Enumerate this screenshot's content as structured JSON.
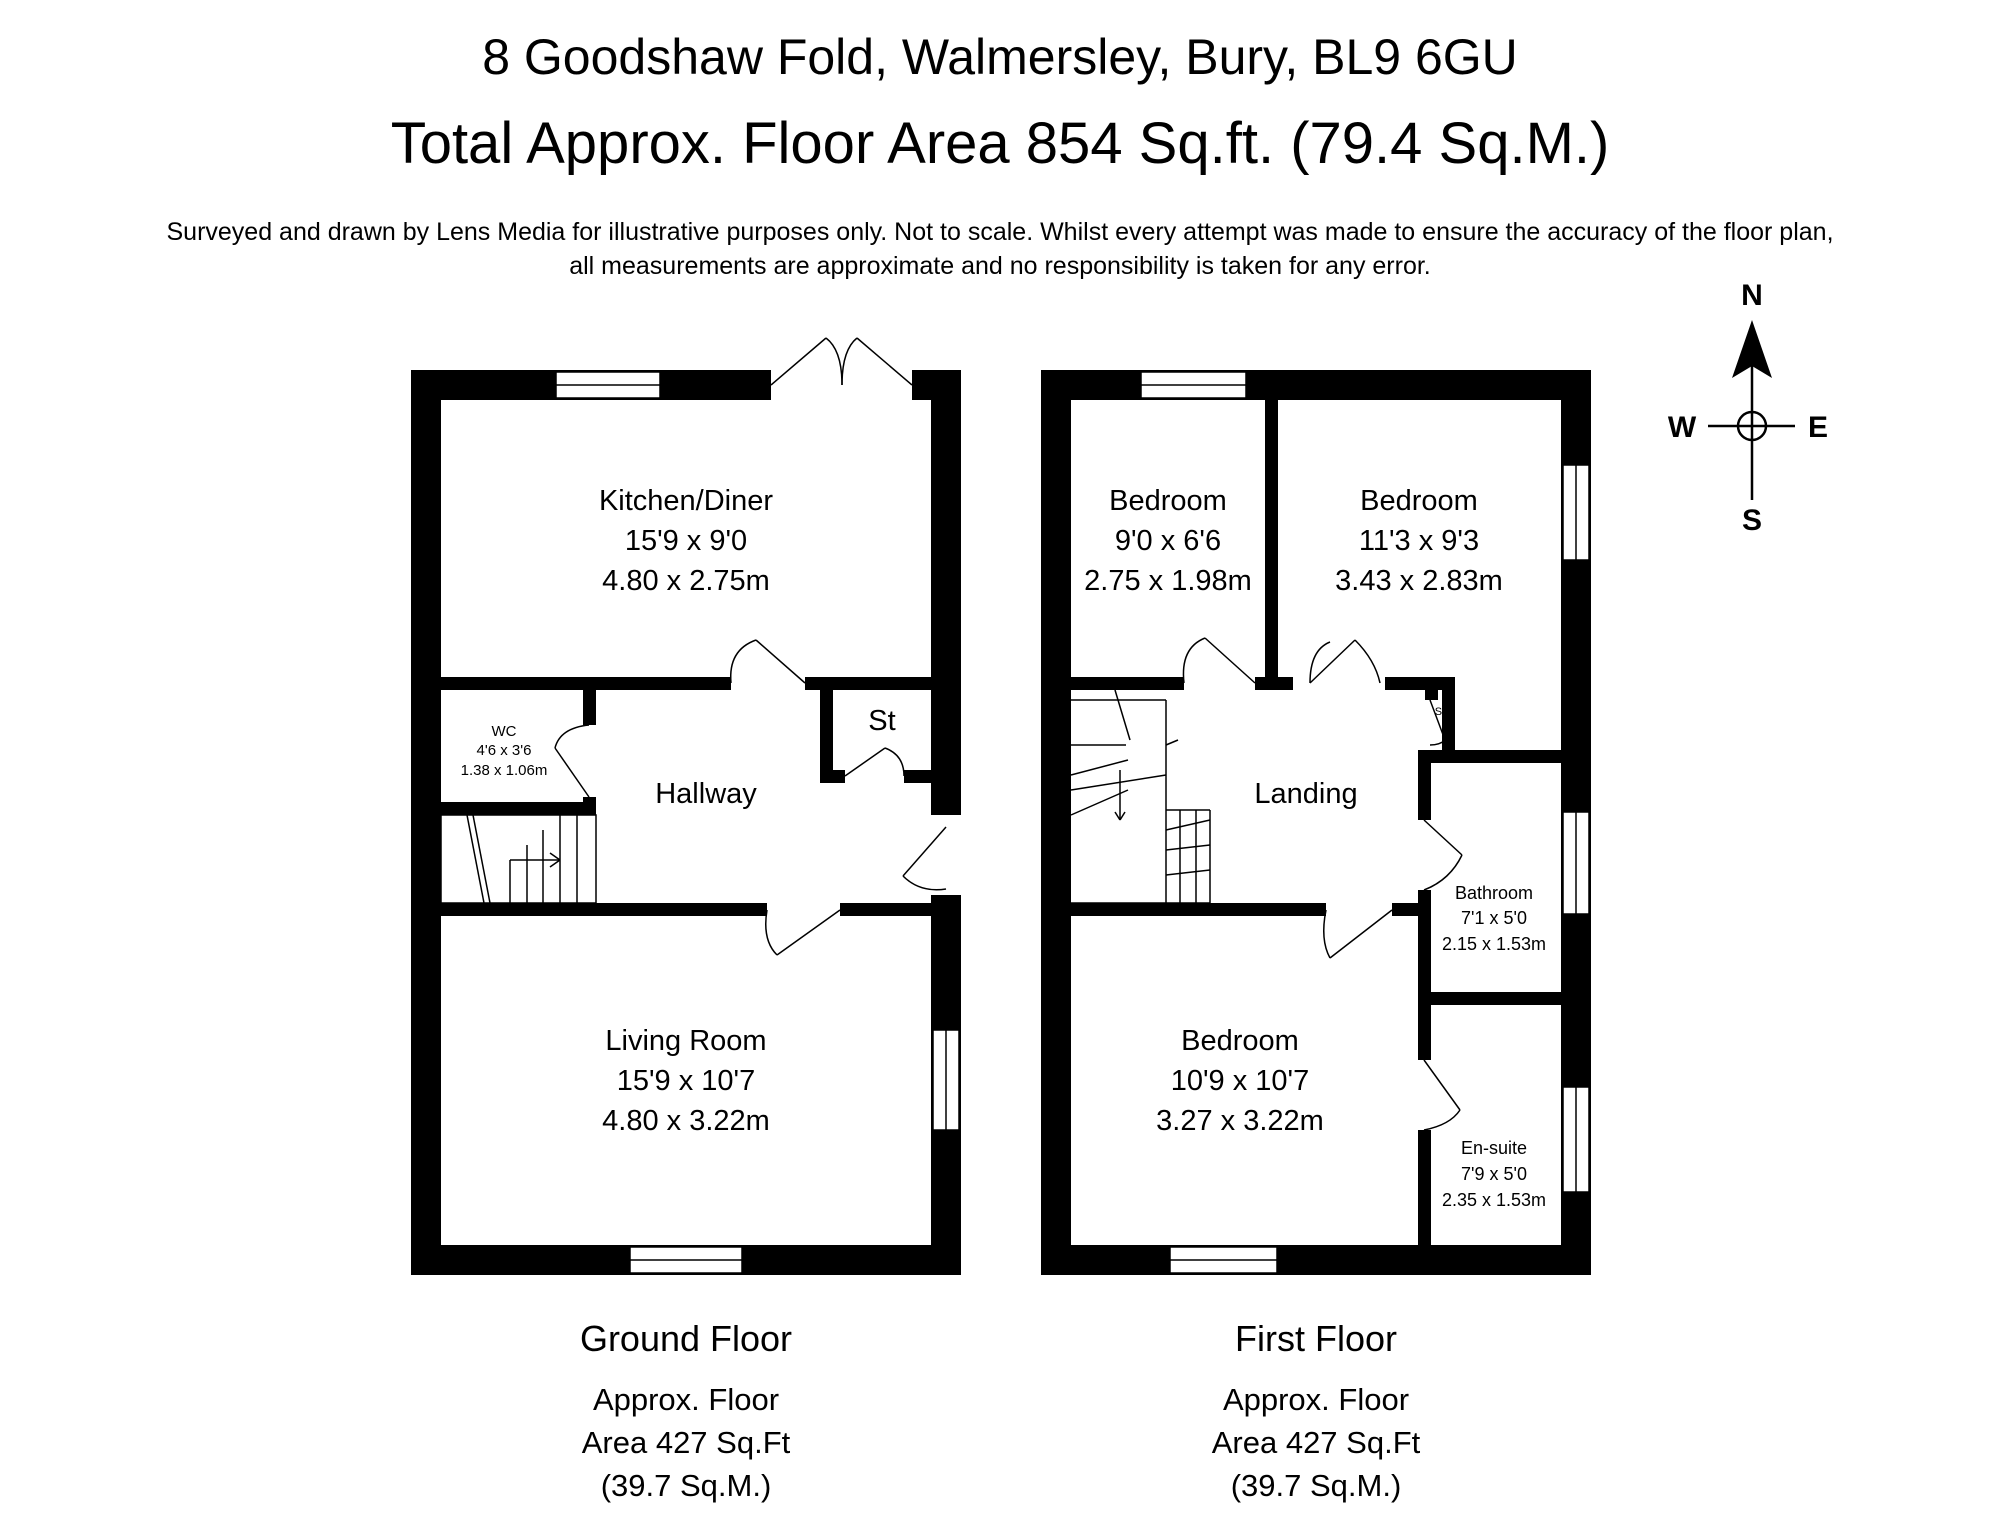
{
  "header": {
    "address": "8 Goodshaw Fold, Walmersley, Bury, BL9 6GU",
    "total_area": "Total Approx. Floor Area 854 Sq.ft. (79.4 Sq.M.)",
    "disclaimer_line1": "Surveyed and drawn by Lens Media for illustrative purposes only. Not to scale. Whilst every attempt was made to ensure the accuracy of the floor plan,",
    "disclaimer_line2": "all measurements are approximate and no responsibility is taken for any error."
  },
  "compass": {
    "n": "N",
    "s": "S",
    "e": "E",
    "w": "W"
  },
  "ground_floor": {
    "name": "Ground Floor",
    "area_line1": "Approx. Floor",
    "area_line2": "Area 427 Sq.Ft",
    "area_line3": "(39.7 Sq.M.)",
    "rooms": {
      "kitchen": {
        "name": "Kitchen/Diner",
        "imperial": "15'9 x 9'0",
        "metric": "4.80 x 2.75m"
      },
      "wc": {
        "name": "WC",
        "imperial": "4'6 x 3'6",
        "metric": "1.38 x 1.06m"
      },
      "store": {
        "name": "St"
      },
      "hallway": {
        "name": "Hallway"
      },
      "living": {
        "name": "Living Room",
        "imperial": "15'9 x 10'7",
        "metric": "4.80 x 3.22m"
      }
    }
  },
  "first_floor": {
    "name": "First Floor",
    "area_line1": "Approx. Floor",
    "area_line2": "Area 427 Sq.Ft",
    "area_line3": "(39.7 Sq.M.)",
    "rooms": {
      "bedroom_small": {
        "name": "Bedroom",
        "imperial": "9'0 x 6'6",
        "metric": "2.75 x 1.98m"
      },
      "bedroom_ne": {
        "name": "Bedroom",
        "imperial": "11'3 x 9'3",
        "metric": "3.43 x 2.83m"
      },
      "store": {
        "name": "St"
      },
      "landing": {
        "name": "Landing"
      },
      "bathroom": {
        "name": "Bathroom",
        "imperial": "7'1 x 5'0",
        "metric": "2.15 x 1.53m"
      },
      "bedroom_main": {
        "name": "Bedroom",
        "imperial": "10'9 x 10'7",
        "metric": "3.27 x 3.22m"
      },
      "ensuite": {
        "name": "En-suite",
        "imperial": "7'9 x 5'0",
        "metric": "2.35 x 1.53m"
      }
    }
  }
}
